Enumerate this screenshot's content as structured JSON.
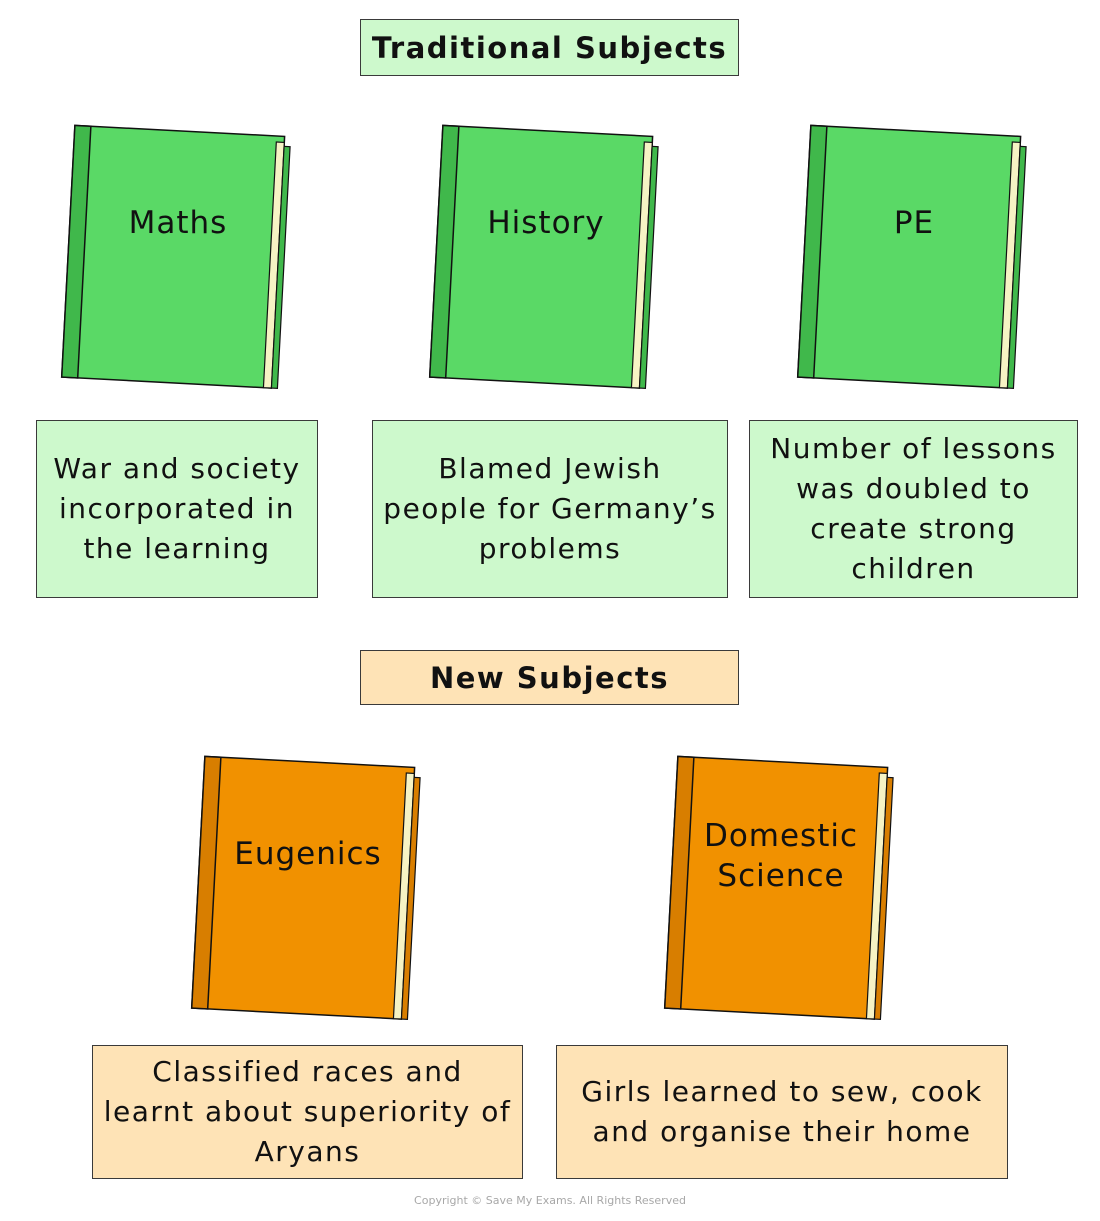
{
  "traditional": {
    "header": "Traditional Subjects",
    "color_cover": "#5ad966",
    "color_spine": "#40b84b",
    "color_box": "#cdf9cc",
    "books": [
      {
        "title": "Maths",
        "description": "War and society incorporated in the learning"
      },
      {
        "title": "History",
        "description": "Blamed Jewish people for Germany’s problems"
      },
      {
        "title": "PE",
        "description": "Number of lessons was doubled to create strong children"
      }
    ]
  },
  "new": {
    "header": "New Subjects",
    "color_cover": "#f19100",
    "color_spine": "#d87e00",
    "color_box": "#fee3b6",
    "books": [
      {
        "title": "Eugenics",
        "description": "Classified races and learnt about superiority of Aryans"
      },
      {
        "title": "Domestic\nScience",
        "description": "Girls learned to sew, cook and organise their home"
      }
    ]
  },
  "watermark": "Save My Exams",
  "copyright": "Copyright © Save My Exams. All Rights Reserved"
}
